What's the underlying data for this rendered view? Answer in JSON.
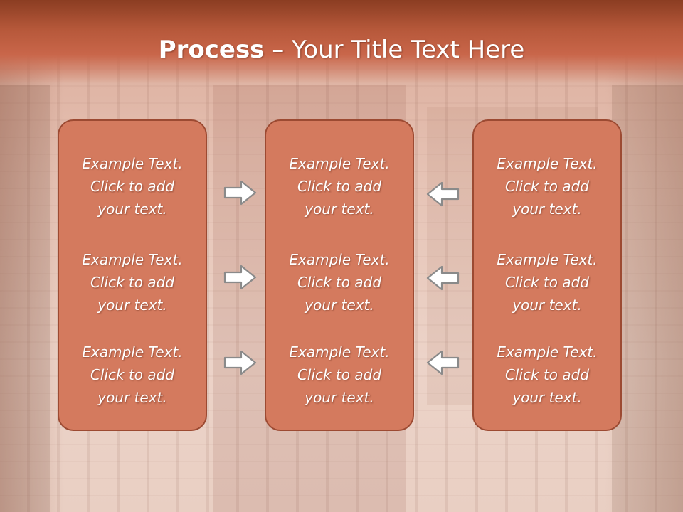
{
  "slide": {
    "title_bold": "Process",
    "title_rest": " – Your Title Text Here",
    "columns": [
      {
        "blocks": [
          {
            "line1": "Example Text.",
            "line2": "Click  to add",
            "line3": "your text."
          },
          {
            "line1": "Example Text.",
            "line2": "Click  to add",
            "line3": "your text."
          },
          {
            "line1": "Example Text.",
            "line2": "Click  to add",
            "line3": "your text."
          }
        ]
      },
      {
        "blocks": [
          {
            "line1": "Example Text.",
            "line2": "Click  to add",
            "line3": "your text."
          },
          {
            "line1": "Example Text.",
            "line2": "Click  to add",
            "line3": "your text."
          },
          {
            "line1": "Example Text.",
            "line2": "Click  to add",
            "line3": "your text."
          }
        ]
      },
      {
        "blocks": [
          {
            "line1": "Example Text.",
            "line2": "Click  to add",
            "line3": "your text."
          },
          {
            "line1": "Example Text.",
            "line2": "Click  to add",
            "line3": "your text."
          },
          {
            "line1": "Example Text.",
            "line2": "Click  to add",
            "line3": "your text."
          }
        ]
      }
    ],
    "arrows": {
      "left_pair": [
        "right-arrow-icon",
        "right-arrow-icon",
        "right-arrow-icon"
      ],
      "right_pair": [
        "left-arrow-icon",
        "left-arrow-icon",
        "left-arrow-icon"
      ]
    },
    "colors": {
      "title_bar": "#b6583a",
      "box_fill": "#d47a5e",
      "box_border": "#9c4a32",
      "text": "#ffffff"
    }
  }
}
